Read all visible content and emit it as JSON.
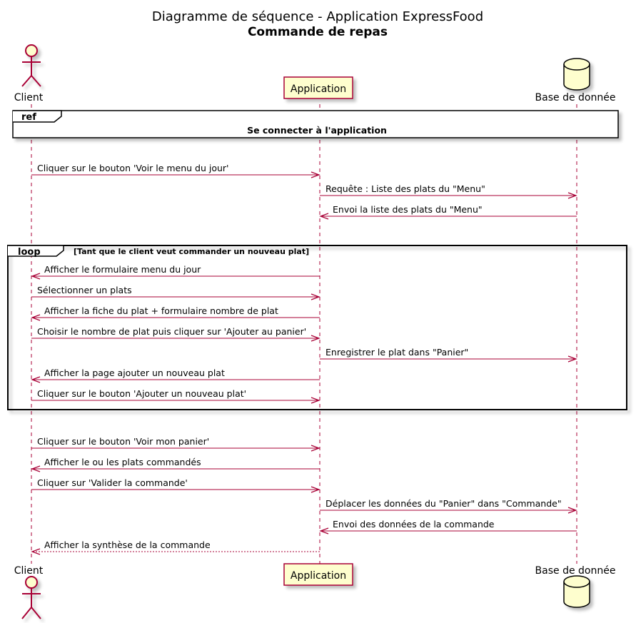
{
  "title": {
    "line1": "Diagramme de séquence - Application ExpressFood",
    "line2": "Commande de repas"
  },
  "participants": {
    "client": "Client",
    "application": "Application",
    "database": "Base de donnée"
  },
  "ref_frame": {
    "tag": "ref",
    "text": "Se connecter à l'application"
  },
  "loop_frame": {
    "tag": "loop",
    "condition": "[Tant que le client veut commander un nouveau plat]"
  },
  "messages": [
    {
      "from": "client",
      "to": "application",
      "label": "Cliquer sur le bouton 'Voir le menu du jour'",
      "style": "solid"
    },
    {
      "from": "application",
      "to": "database",
      "label": "Requête : Liste des plats du \"Menu\"",
      "style": "solid"
    },
    {
      "from": "database",
      "to": "application",
      "label": "Envoi la liste des plats du \"Menu\"",
      "style": "solid"
    },
    {
      "from": "application",
      "to": "client",
      "label": "Afficher le formulaire menu du jour",
      "style": "solid"
    },
    {
      "from": "client",
      "to": "application",
      "label": "Sélectionner un plats",
      "style": "solid"
    },
    {
      "from": "application",
      "to": "client",
      "label": "Afficher la fiche du plat + formulaire nombre de plat",
      "style": "solid"
    },
    {
      "from": "client",
      "to": "application",
      "label": "Choisir le nombre de plat puis cliquer sur 'Ajouter au panier'",
      "style": "solid"
    },
    {
      "from": "application",
      "to": "database",
      "label": "Enregistrer le plat dans \"Panier\"",
      "style": "solid"
    },
    {
      "from": "application",
      "to": "client",
      "label": "Afficher la page ajouter un nouveau plat",
      "style": "solid"
    },
    {
      "from": "client",
      "to": "application",
      "label": "Cliquer sur le bouton 'Ajouter un nouveau plat'",
      "style": "solid"
    },
    {
      "from": "client",
      "to": "application",
      "label": "Cliquer sur le bouton 'Voir mon panier'",
      "style": "solid"
    },
    {
      "from": "application",
      "to": "client",
      "label": "Afficher le ou les plats commandés",
      "style": "solid"
    },
    {
      "from": "client",
      "to": "application",
      "label": "Cliquer sur 'Valider la commande'",
      "style": "solid"
    },
    {
      "from": "application",
      "to": "database",
      "label": "Déplacer les données du \"Panier\" dans \"Commande\"",
      "style": "solid"
    },
    {
      "from": "database",
      "to": "application",
      "label": "Envoi des données de la commande",
      "style": "solid"
    },
    {
      "from": "application",
      "to": "client",
      "label": "Afficher la synthèse de la commande",
      "style": "dashed"
    }
  ],
  "colors": {
    "arrow": "#A80036",
    "participant_fill": "#FEFECE",
    "participant_border": "#A80036",
    "database_border": "#000000",
    "frame_border": "#000000",
    "shadow": "#c8c8c8"
  }
}
